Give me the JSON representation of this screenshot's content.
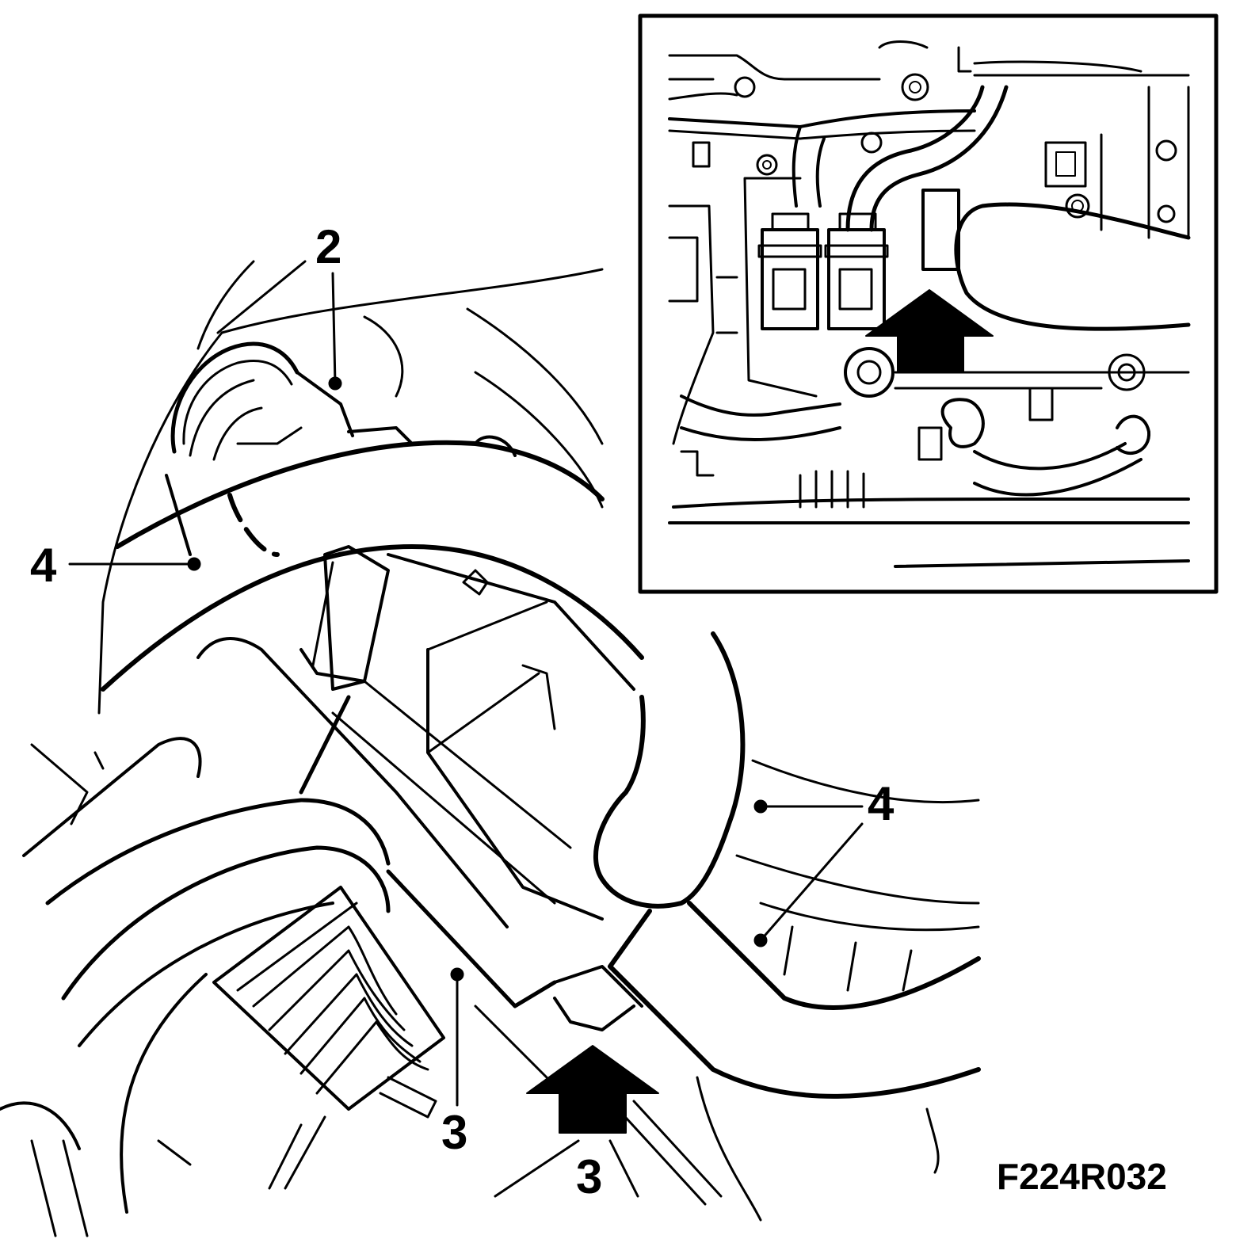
{
  "figure_code": "F224R032",
  "callouts": {
    "c2": "2",
    "c4_left": "4",
    "c4_right": "4",
    "c3_upper": "3",
    "c3_lower": "3"
  },
  "colors": {
    "ink": "#000000",
    "paper": "#ffffff"
  }
}
